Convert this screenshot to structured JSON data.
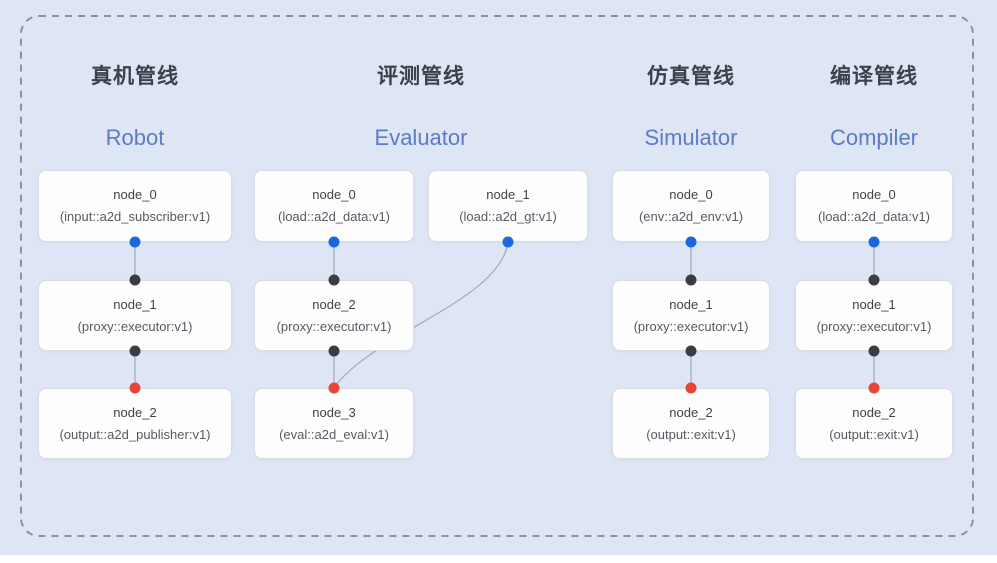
{
  "diagram_title": "pipeline-graphs",
  "colors": {
    "background": "#dee5f5",
    "dashed_border": "#8d939e",
    "title_en_blue": "#5b7cc3",
    "dot_blue": "#1a68de",
    "dot_dark": "#3a3e42",
    "dot_red": "#ea4434",
    "wire_gray": "#a3aab6"
  },
  "pipelines": [
    {
      "title_zh": "真机管线",
      "title_en": "Robot",
      "nodes": [
        {
          "name": "node_0",
          "type": "(input::a2d_subscriber:v1)"
        },
        {
          "name": "node_1",
          "type": "(proxy::executor:v1)"
        },
        {
          "name": "node_2",
          "type": "(output::a2d_publisher:v1)"
        }
      ],
      "edges": [
        {
          "from": "node_0",
          "to": "node_1"
        },
        {
          "from": "node_1",
          "to": "node_2"
        }
      ]
    },
    {
      "title_zh": "评测管线",
      "title_en": "Evaluator",
      "nodes": [
        {
          "name": "node_0",
          "type": "(load::a2d_data:v1)"
        },
        {
          "name": "node_1",
          "type": "(load::a2d_gt:v1)"
        },
        {
          "name": "node_2",
          "type": "(proxy::executor:v1)"
        },
        {
          "name": "node_3",
          "type": "(eval::a2d_eval:v1)"
        }
      ],
      "edges": [
        {
          "from": "node_0",
          "to": "node_2"
        },
        {
          "from": "node_2",
          "to": "node_3"
        },
        {
          "from": "node_1",
          "to": "node_3"
        }
      ]
    },
    {
      "title_zh": "仿真管线",
      "title_en": "Simulator",
      "nodes": [
        {
          "name": "node_0",
          "type": "(env::a2d_env:v1)"
        },
        {
          "name": "node_1",
          "type": "(proxy::executor:v1)"
        },
        {
          "name": "node_2",
          "type": "(output::exit:v1)"
        }
      ],
      "edges": [
        {
          "from": "node_0",
          "to": "node_1"
        },
        {
          "from": "node_1",
          "to": "node_2"
        }
      ]
    },
    {
      "title_zh": "编译管线",
      "title_en": "Compiler",
      "nodes": [
        {
          "name": "node_0",
          "type": "(load::a2d_data:v1)"
        },
        {
          "name": "node_1",
          "type": "(proxy::executor:v1)"
        },
        {
          "name": "node_2",
          "type": "(output::exit:v1)"
        }
      ],
      "edges": [
        {
          "from": "node_0",
          "to": "node_1"
        },
        {
          "from": "node_1",
          "to": "node_2"
        }
      ]
    }
  ]
}
